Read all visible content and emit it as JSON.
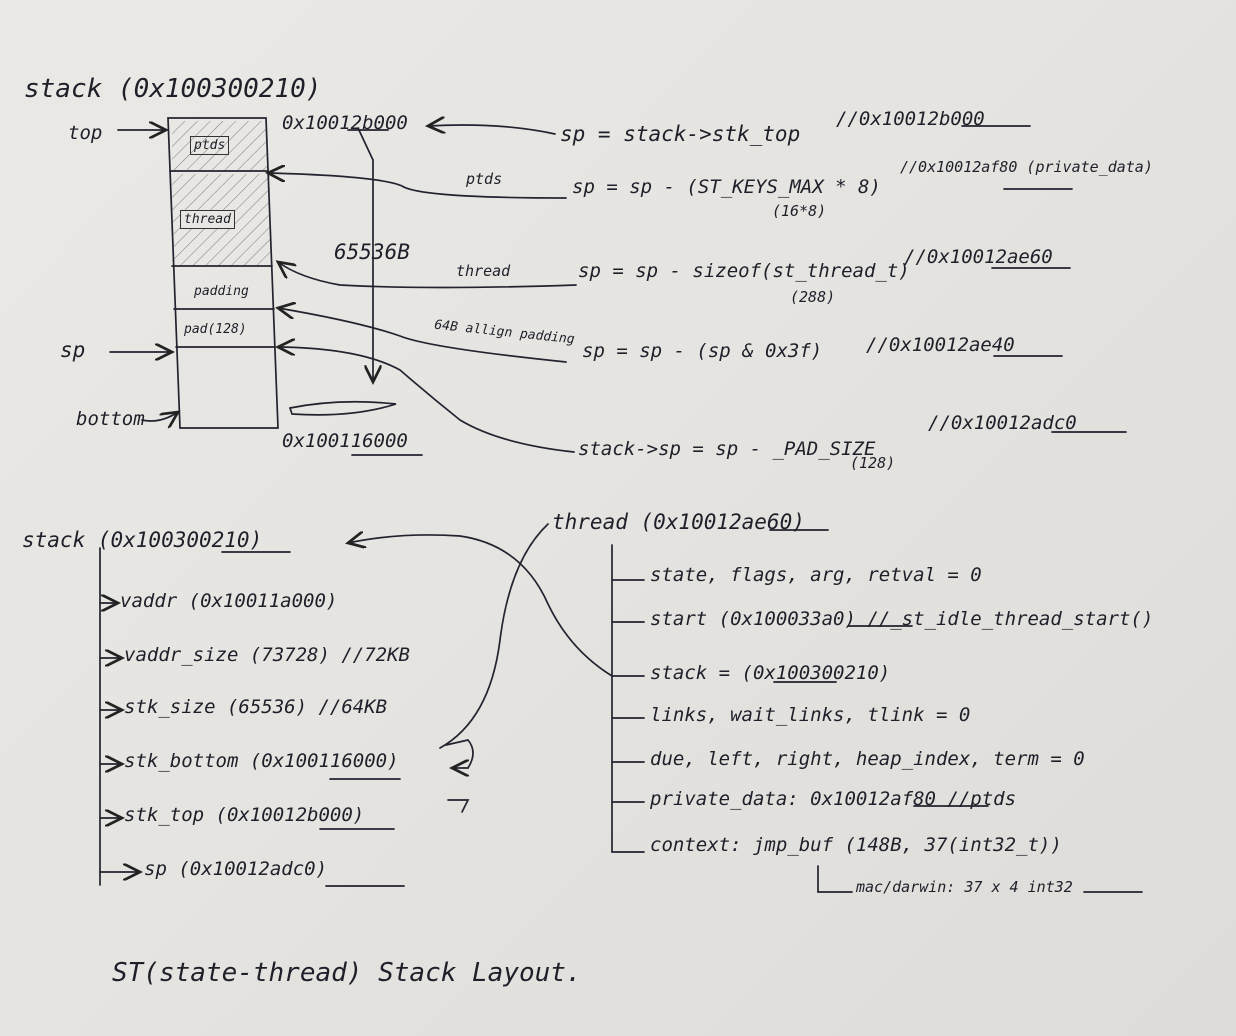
{
  "stack_title": "stack (0x100300210)",
  "top_label": "top",
  "sp_label": "sp",
  "bottom_label": "bottom",
  "blocks": {
    "ptds": "ptds",
    "thread": "thread",
    "padding": "padding",
    "pad": "pad(128)"
  },
  "stack_top_addr": "0x10012b000",
  "stack_bottom_addr": "0x100116000",
  "stack_size_label": "65536B",
  "arrow_labels": {
    "ptds": "ptds",
    "thread": "thread",
    "align": "64B allign padding"
  },
  "steps": [
    {
      "code": "sp = stack->stk_top",
      "comment": "//0x10012b000"
    },
    {
      "code": "sp = sp - (ST_KEYS_MAX * 8)",
      "comment": "//0x10012af80 (private_data)",
      "note": "(16*8)"
    },
    {
      "code": "sp = sp - sizeof(st_thread_t)",
      "comment": "//0x10012ae60",
      "note": "(288)"
    },
    {
      "code": "sp = sp - (sp & 0x3f)",
      "comment": "//0x10012ae40"
    },
    {
      "code": "stack->sp = sp - _PAD_SIZE",
      "comment": "//0x10012adc0",
      "note": "(128)"
    }
  ],
  "stack_struct": {
    "title": "stack (0x100300210)",
    "fields": [
      "vaddr (0x10011a000)",
      "vaddr_size (73728) //72KB",
      "stk_size (65536) //64KB",
      "stk_bottom (0x100116000)",
      "stk_top (0x10012b000)",
      "sp (0x10012adc0)"
    ]
  },
  "thread_struct": {
    "title": "thread (0x10012ae60)",
    "fields": [
      "state, flags, arg, retval = 0",
      "start (0x100033a0) //_st_idle_thread_start()",
      "stack = (0x100300210)",
      "links, wait_links, tlink = 0",
      "due, left, right, heap_index, term = 0",
      "private_data: 0x10012af80 //ptds",
      "context: jmp_buf (148B, 37(int32_t))"
    ],
    "subnote": "mac/darwin: 37 x 4 int32"
  },
  "caption": "ST(state-thread) Stack Layout."
}
